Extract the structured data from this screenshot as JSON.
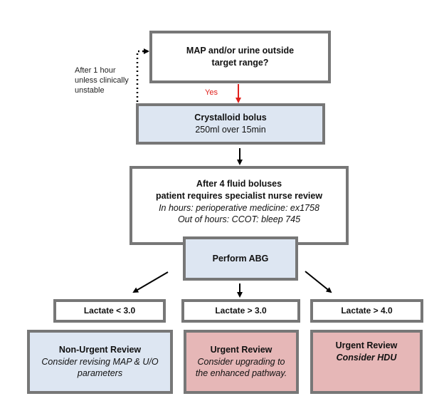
{
  "colors": {
    "border": "#777777",
    "blue_fill": "#dde6f2",
    "red_fill": "#e6b7b7",
    "yes_arrow": "#e0201c"
  },
  "nodes": {
    "target_check": {
      "text": "MAP and/or urine outside target range?"
    },
    "bolus": {
      "title": "Crystalloid bolus",
      "detail": "250ml over 15min"
    },
    "review": {
      "line1": "After 4 fluid boluses",
      "line2": "patient requires specialist nurse review",
      "line3": "In hours: perioperative medicine: ex1758",
      "line4": "Out of hours: CCOT: bleep 745"
    },
    "abg": {
      "text": "Perform ABG"
    },
    "lactate_left": {
      "text": "Lactate < 3.0"
    },
    "lactate_mid": {
      "text": "Lactate > 3.0"
    },
    "lactate_right": {
      "text": "Lactate > 4.0"
    },
    "outcome_left": {
      "title": "Non-Urgent Review",
      "detail": "Consider revising MAP & U/O parameters"
    },
    "outcome_mid": {
      "title": "Urgent Review",
      "detail": "Consider upgrading to the enhanced pathway."
    },
    "outcome_right": {
      "title": "Urgent Review",
      "detail": "Consider HDU"
    }
  },
  "edges": {
    "loop_label": "After 1 hour unless clinically unstable",
    "yes_label": "Yes"
  }
}
